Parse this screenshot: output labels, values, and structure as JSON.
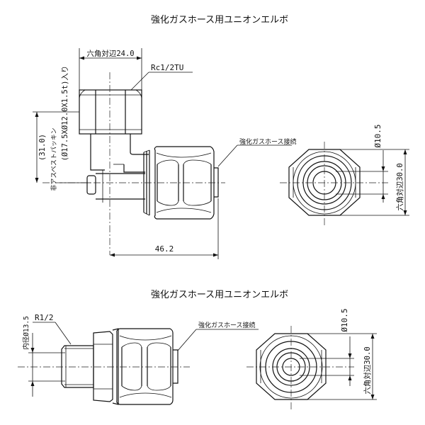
{
  "drawing_top": {
    "title": "強化ガスホース用ユニオンエルボ",
    "dim_hex_width": "六角対辺24.0",
    "thread_top": "Rc1/2TU",
    "dim_height": "(31.0)",
    "packing_note": "(Ø17.5XØ12.0X1.5t)入り",
    "packing_material": "非アスベストパッキン",
    "hose_connection": "強化ガスホース接続",
    "dim_length": "46.2",
    "dim_bore": "Ø10.5",
    "dim_hex_side": "六角対辺30.0"
  },
  "drawing_bottom": {
    "title": "強化ガスホース用ユニオンエルボ",
    "thread": "R1/2",
    "inner_diameter": "内径Ø13.5",
    "hose_connection": "強化ガスホース接続",
    "dim_bore": "Ø10.5",
    "dim_hex_side": "六角対辺30.0"
  }
}
